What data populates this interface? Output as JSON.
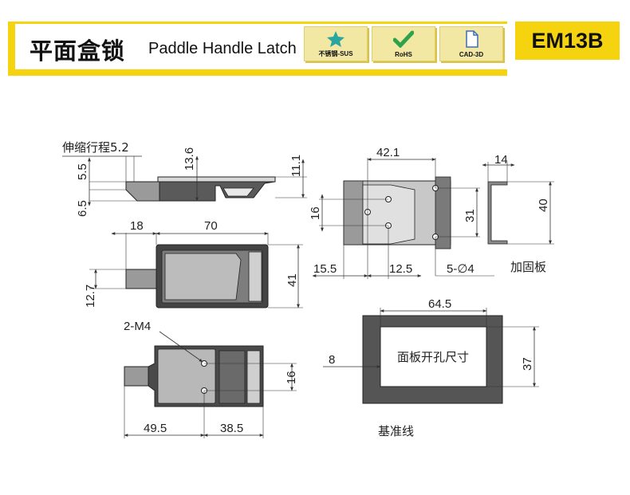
{
  "header": {
    "title_cn": "平面盒锁",
    "title_en": "Paddle Handle Latch",
    "model": "EM13B",
    "badges": [
      {
        "label": "不锈钢-SUS",
        "icon": "sus-star-icon",
        "color": "#2aa6a0"
      },
      {
        "label": "RoHS",
        "icon": "rohs-check-icon",
        "color": "#2fa34a"
      },
      {
        "label": "CAD-3D",
        "icon": "cad-file-icon",
        "color": "#3a6fb5"
      }
    ]
  },
  "side_view": {
    "stroke_label": "伸缩行程5.2",
    "dim_13_6": "13.6",
    "dim_11_1": "11.1",
    "dim_5_5": "5.5",
    "dim_6_5": "6.5"
  },
  "top_view": {
    "dim_18": "18",
    "dim_70": "70",
    "dim_41": "41",
    "dim_12_7": "12.7"
  },
  "back_view": {
    "dim_42_1": "42.1",
    "dim_16": "16",
    "dim_31": "31",
    "dim_15_5": "15.5",
    "dim_12_5": "12.5",
    "holes": "5-∅4"
  },
  "plate_view": {
    "dim_14": "14",
    "dim_40": "40",
    "label": "加固板"
  },
  "bottom_view": {
    "thread_label": "2-M4",
    "dim_16": "16",
    "dim_49_5": "49.5",
    "dim_38_5": "38.5"
  },
  "cutout_view": {
    "dim_64_5": "64.5",
    "dim_37": "37",
    "dim_8": "8",
    "label": "面板开孔尺寸",
    "baseline_label": "基准线"
  },
  "colors": {
    "accent": "#f5d40f",
    "part_dark": "#3a3a3a",
    "part_mid": "#8a8a8a",
    "part_light": "#cfcfcf"
  }
}
